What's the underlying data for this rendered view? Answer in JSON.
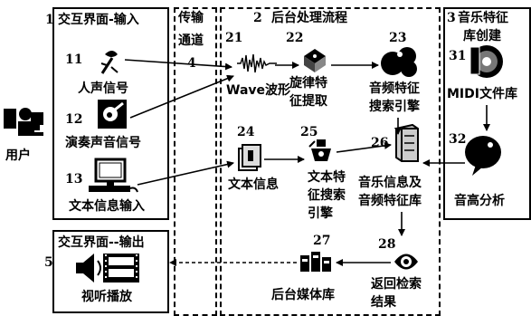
{
  "user": {
    "num": "",
    "label": "用户"
  },
  "input_box": {
    "num": "1",
    "title": "交互界面-输入",
    "items": [
      {
        "num": "11",
        "label": "人声信号"
      },
      {
        "num": "12",
        "label": "演奏声音信号"
      },
      {
        "num": "13",
        "label": "文本信息输入"
      }
    ]
  },
  "channel": {
    "title_line1": "传输",
    "title_line2": "通道",
    "num": "4"
  },
  "backend": {
    "num": "2",
    "title": "后台处理流程",
    "nodes": [
      {
        "num": "21",
        "label": "Wave波形"
      },
      {
        "num": "22",
        "label_line1": "旋律特",
        "label_line2": "征提取"
      },
      {
        "num": "23",
        "label_line1": "音频特征",
        "label_line2": "搜索引擎"
      },
      {
        "num": "24",
        "label": "文本信息"
      },
      {
        "num": "25",
        "label_line1": "文本特",
        "label_line2": "征搜索",
        "label_line3": "引擎"
      },
      {
        "num": "26",
        "label_line1": "音乐信息及",
        "label_line2": "音频特征库"
      },
      {
        "num": "27",
        "label": "后台媒体库"
      },
      {
        "num": "28",
        "label_line1": "返回检索",
        "label_line2": "结果"
      }
    ]
  },
  "music_feature": {
    "num": "3",
    "title_line1": "音乐特征",
    "title_line2": "库创建",
    "nodes": [
      {
        "num": "31",
        "label": "MIDI文件库"
      },
      {
        "num": "32",
        "label": "音高分析"
      }
    ]
  },
  "output_box": {
    "num": "5",
    "title": "交互界面--输出",
    "label": "视听播放"
  },
  "colors": {
    "line": "#000000",
    "background": "#ffffff"
  }
}
